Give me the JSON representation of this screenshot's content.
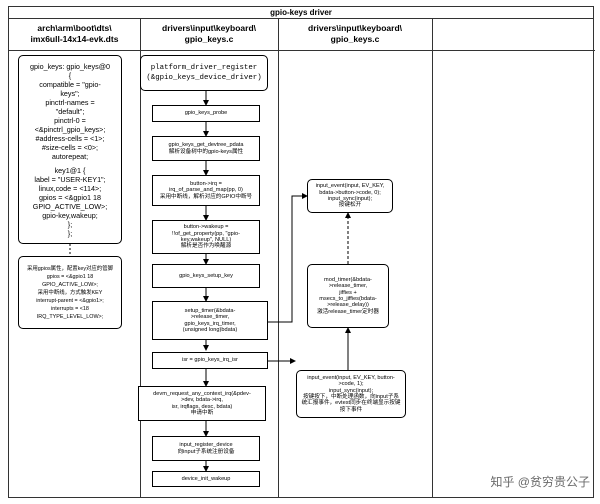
{
  "title": "gpio-keys driver",
  "columns": [
    {
      "line1": "arch\\arm\\boot\\dts\\",
      "line2": "imx6ull-14x14-evk.dts"
    },
    {
      "line1": "drivers\\input\\keyboard\\",
      "line2": "gpio_keys.c"
    },
    {
      "line1": "drivers\\input\\keyboard\\",
      "line2": "gpio_keys.c"
    }
  ],
  "dts_box": [
    "gpio_keys: gpio_keys@0",
    "{",
    "compatible = \"gpio-",
    "keys\";",
    "pinctrl-names =",
    "\"default\";",
    "pinctrl-0 =",
    "<&pinctrl_gpio_keys>;",
    "#address-cells = <1>;",
    "#size-cells = <0>;",
    "autorepeat;",
    "",
    "key1@1 {",
    "label = \"USER-KEY1\";",
    "linux,code = <114>;",
    "gpios = <&gpio1 18",
    "GPIO_ACTIVE_LOW>;",
    "gpio-key,wakeup;",
    "};",
    "};"
  ],
  "note_box": [
    "采用gpios属性，配置key对应的管脚",
    "gpios = <&gpio1 18",
    "GPIO_ACTIVE_LOW>;",
    "采用中断线，方式触发KEY",
    "interrupt-parent = <&gpio1>;",
    "interrupts = <18",
    "IRQ_TYPE_LEVEL_LOW>;"
  ],
  "flow": {
    "register": [
      "platform_driver_register",
      "(&gpio_keys_device_driver)"
    ],
    "probe": [
      "gpio_keys_probe"
    ],
    "get_pdata": [
      "gpio_keys_get_devtree_pdata",
      "解析设备树中的gpio-keys属性"
    ],
    "irq": [
      "button->irq =",
      "irq_of_parse_and_map(pp, 0)",
      "采用中断线，解析对应的GPIO中断号"
    ],
    "wakeup": [
      "button->wakeup =",
      "!!of_get_property(pp, \"gpio-",
      "key,wakeup\", NULL)",
      "解析是否作为唤醒源"
    ],
    "setup_key": [
      "gpio_keys_setup_key"
    ],
    "setup_timer": [
      "setup_timer(&bdata-",
      ">release_timer,",
      "gpio_keys_irq_timer,",
      "(unsigned long)bdata)"
    ],
    "isr": [
      "isr = gpio_keys_irq_isr"
    ],
    "devm": [
      "devm_request_any_context_irq(&pdev-",
      ">dev, bdata->irq,",
      "isr, irqflags, desc, bdata)",
      "申请中断"
    ],
    "input_reg": [
      "input_register_device",
      "向input子系统注册设备"
    ],
    "init_wakeup": [
      "device_init_wakeup"
    ]
  },
  "side": {
    "event_top": [
      "input_event(input, EV_KEY,",
      "bdata->button->code, 0);",
      "input_sync(input);",
      "按键松开"
    ],
    "mod_timer": [
      "mod_timer(&bdata-",
      ">release_timer,",
      "jiffies +",
      "msecs_to_jiffies(bdata-",
      ">release_delay))",
      "激活release_timer定时器"
    ],
    "event_isr": [
      "input_event(input, EV_KEY, button-",
      ">code, 1);",
      "input_sync(input);",
      "按键按下，中断处理函数，向input子系",
      "统汇报事件，evtest同步在终端显示按键",
      "按下事件"
    ]
  },
  "watermark": "知乎 @贫穷贵公子"
}
